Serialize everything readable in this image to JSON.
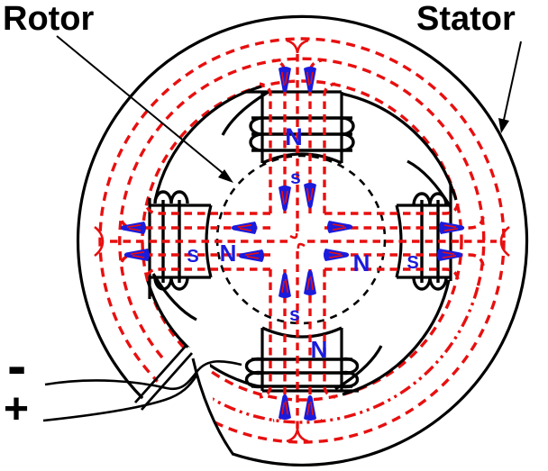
{
  "diagram": {
    "type": "motor-flux-diagram",
    "labels": {
      "rotor": "Rotor",
      "stator": "Stator"
    },
    "terminals": {
      "negative": "-",
      "positive": "+"
    },
    "stator_poles": {
      "top": "N",
      "bottom": "N",
      "left": "S",
      "right": "S"
    },
    "rotor_poles": {
      "top": "s",
      "bottom": "s",
      "left": "N",
      "right": "N"
    },
    "colors": {
      "flux": "#e80f0f",
      "blue": "#1b1bdc",
      "outline": "#000000",
      "bg": "#ffffff"
    }
  }
}
